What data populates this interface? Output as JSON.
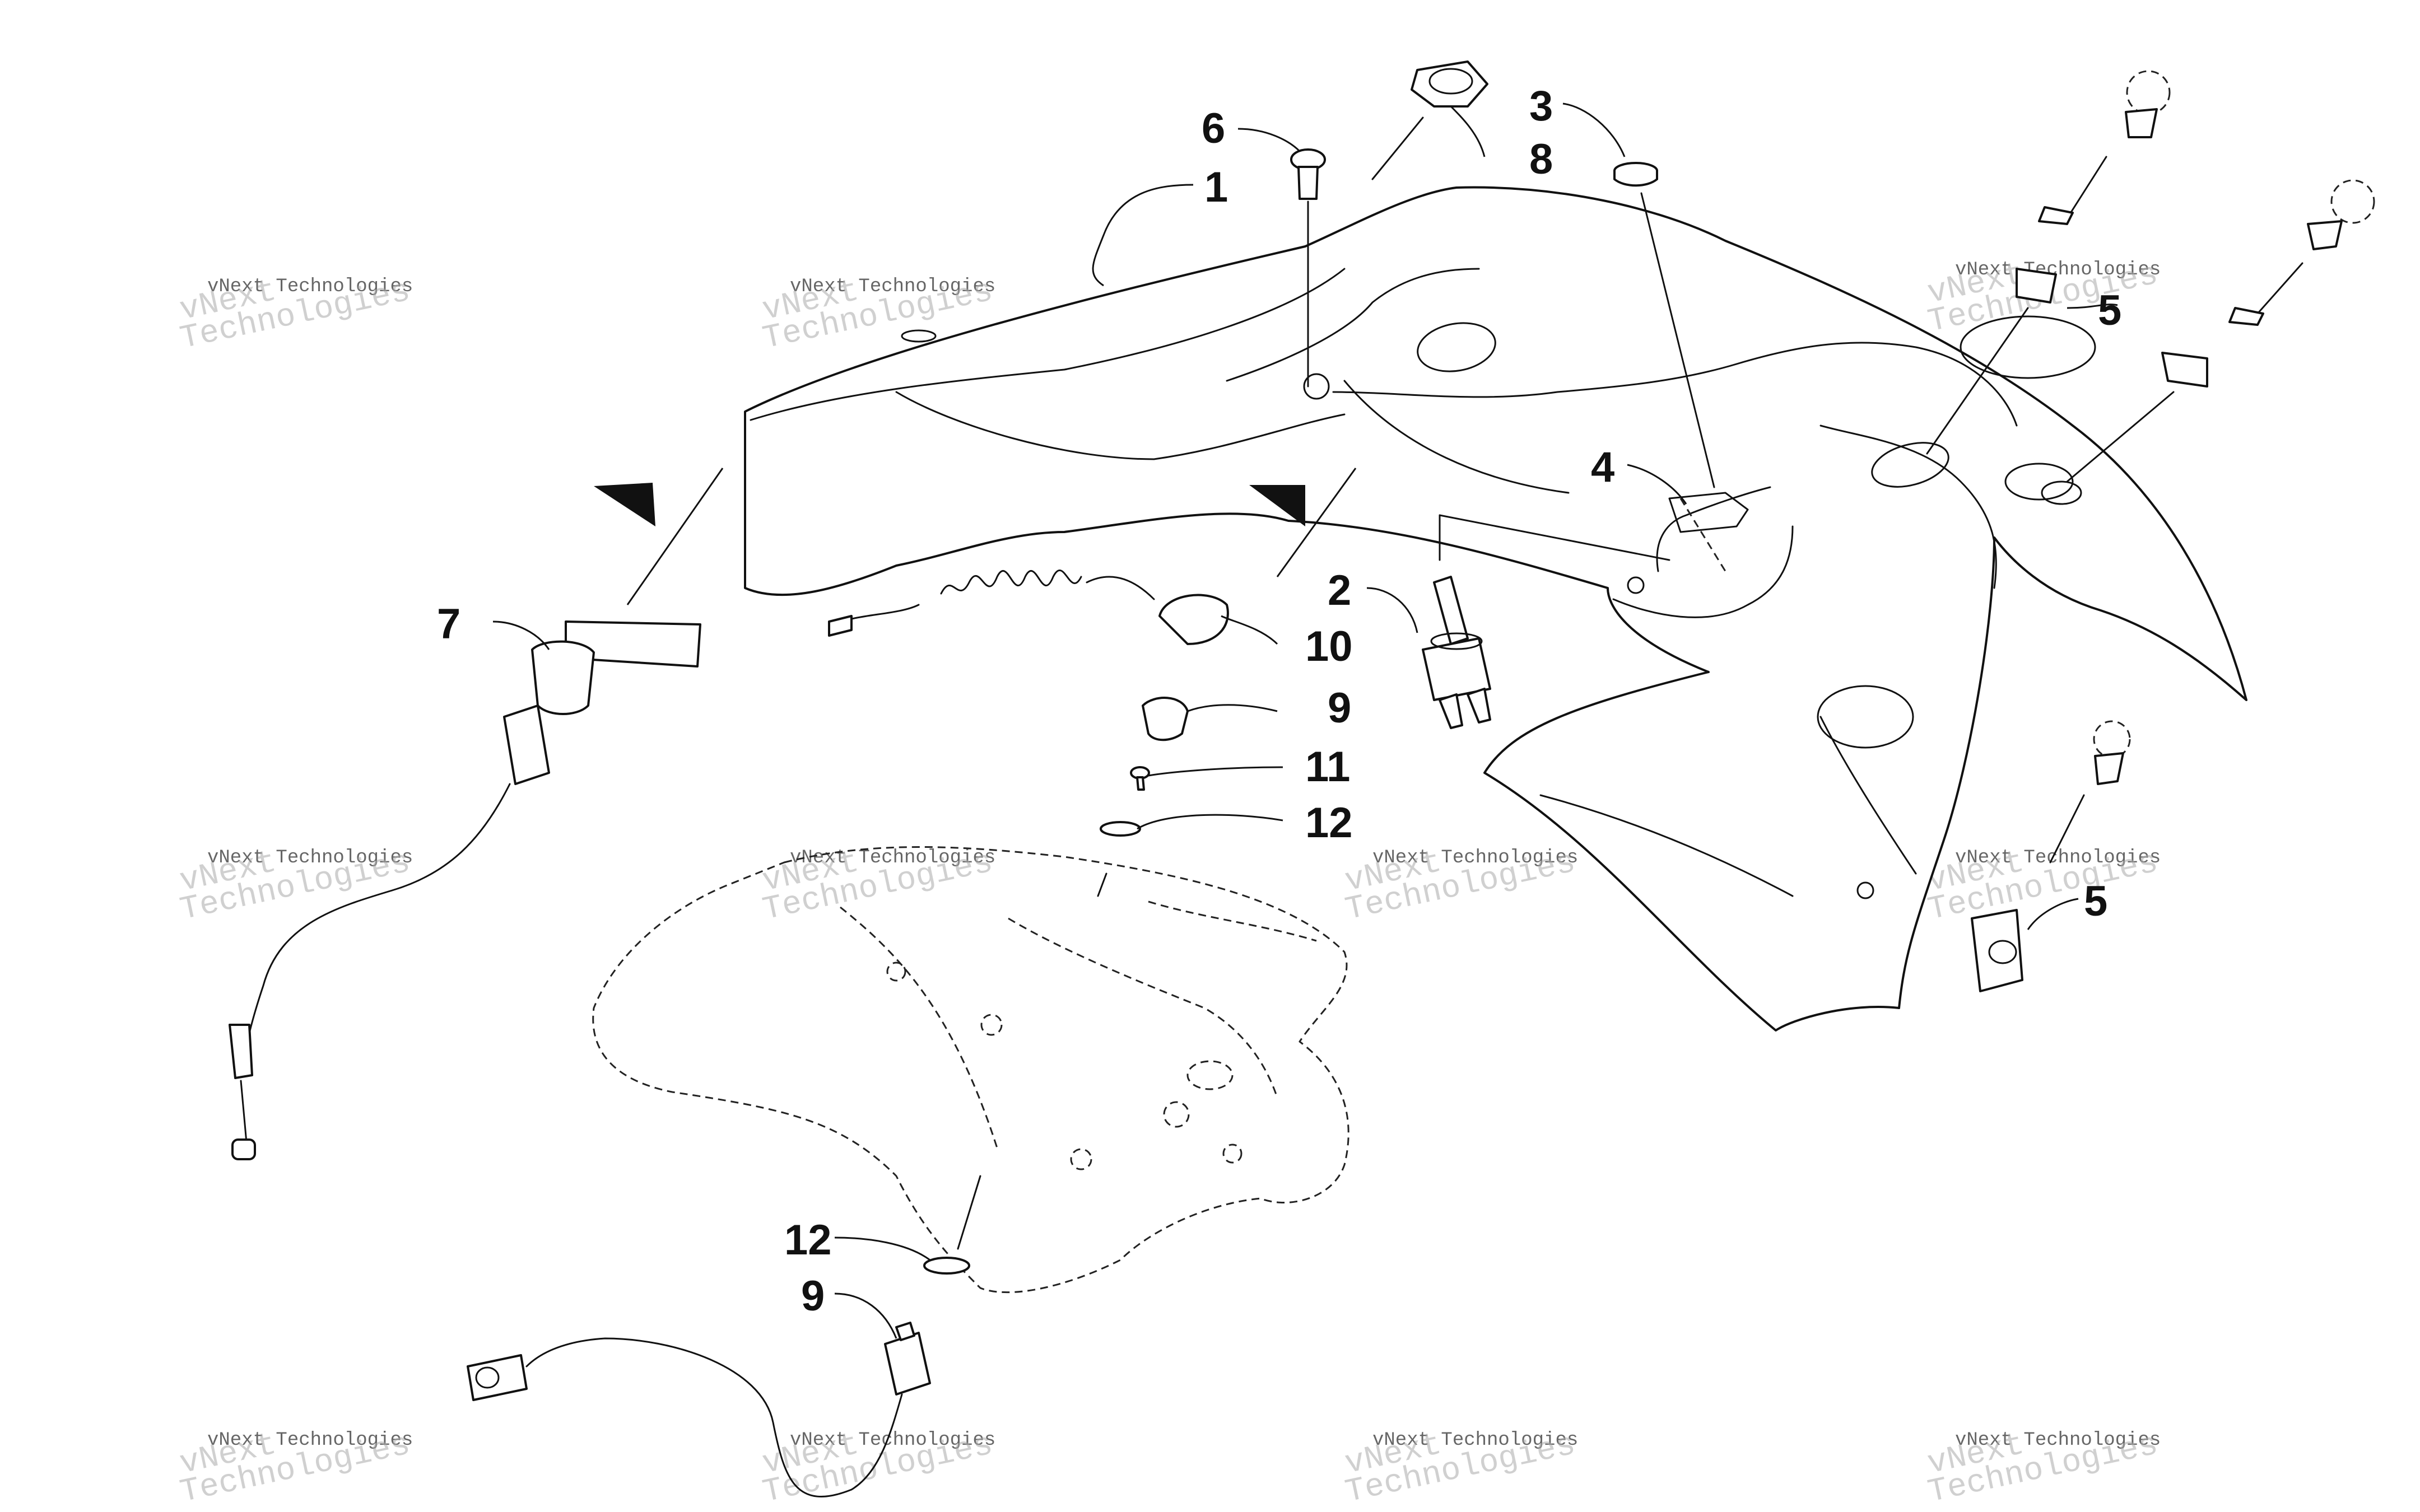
{
  "callouts": {
    "c1": "1",
    "c2": "2",
    "c3": "3",
    "c4": "4",
    "c5a": "5",
    "c5b": "5",
    "c6": "6",
    "c7": "7",
    "c8": "8",
    "c9a": "9",
    "c9b": "9",
    "c10": "10",
    "c11": "11",
    "c12a": "12",
    "c12b": "12"
  },
  "watermark": {
    "small": "vNext Technologies",
    "large_line1": "vNext",
    "large_line2": "Technologies"
  }
}
